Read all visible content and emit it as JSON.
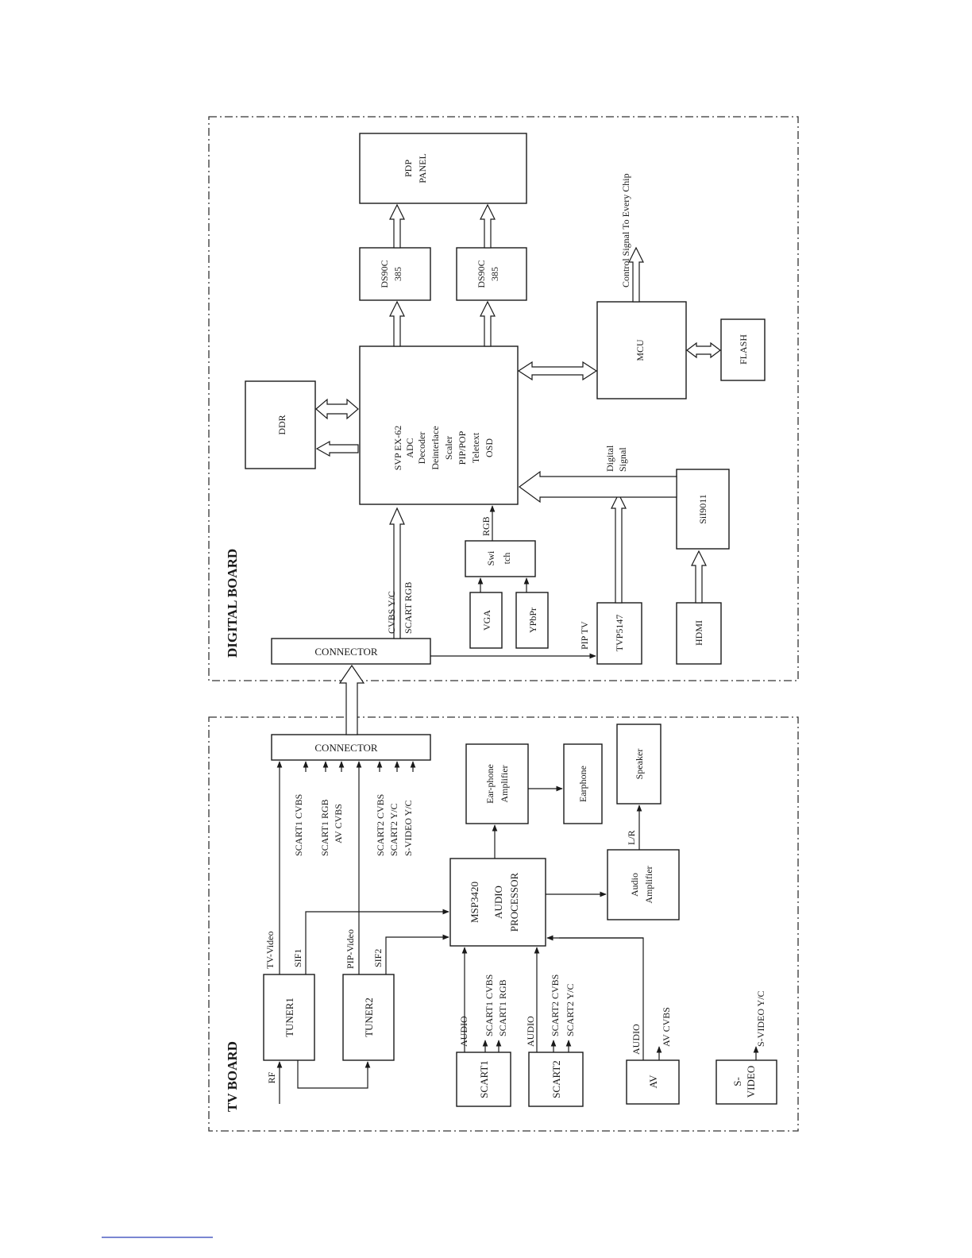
{
  "diagram": {
    "regions": {
      "tv_board": "TV BOARD",
      "digital_board": "DIGITAL BOARD"
    },
    "blocks": {
      "rf": "RF",
      "tuner1": "TUNER1",
      "tuner2": "TUNER2",
      "scart1": "SCART1",
      "scart2": "SCART2",
      "av": "AV",
      "svideo_1": "S-",
      "svideo_2": "VIDEO",
      "msp_1": "MSP3420",
      "msp_2": "AUDIO",
      "msp_3": "PROCESSOR",
      "earamp_1": "Ear-phone",
      "earamp_2": "Amplifier",
      "earphone": "Earphone",
      "audioamp_1": "Audio",
      "audioamp_2": "Amplifier",
      "speaker": "Speaker",
      "connector_tv": "CONNECTOR",
      "connector_digital": "CONNECTOR",
      "vga": "VGA",
      "ypbpr": "YPbPr",
      "switch_1": "Swi",
      "switch_2": "tch",
      "tvp": "TVP5147",
      "hdmi": "HDMI",
      "sii": "SiI9011",
      "svp": [
        "SVP EX-62",
        "ADC",
        "Decoder",
        "Deinterlace",
        "Scaler",
        "PIP/POP",
        "Teletext",
        "OSD"
      ],
      "ddr": "DDR",
      "ds90c_a_1": "DS90C",
      "ds90c_a_2": "385",
      "ds90c_b_1": "DS90C",
      "ds90c_b_2": "385",
      "pdp_1": "PDP",
      "pdp_2": "PANEL",
      "mcu": "MCU",
      "flash": "FLASH"
    },
    "signals": {
      "tv_video": "TV-Video",
      "sif1": "SIF1",
      "pip_video": "PIP-Video",
      "sif2": "SIF2",
      "scart1_audio": "AUDIO",
      "scart1_cvbs": "SCART1 CVBS",
      "scart1_rgb": "SCART1 RGB",
      "scart2_audio": "AUDIO",
      "scart2_cvbs": "SCART2 CVBS",
      "scart2_yc": "SCART2 Y/C",
      "av_audio": "AUDIO",
      "av_cvbs": "AV CVBS",
      "svideo_yc": "S-VIDEO Y/C",
      "conn_scart1_cvbs": "SCART1 CVBS",
      "conn_scart1_rgb": "SCART1 RGB",
      "conn_av_cvbs": "AV CVBS",
      "conn_scart2_cvbs": "SCART2 CVBS",
      "conn_scart2_yc": "SCART2 Y/C",
      "conn_svideo_yc": "S-VIDEO Y/C",
      "lr": "L/R",
      "cvbs_yc": "CVBS Y/C",
      "scart_rgb": "SCART RGB",
      "pip_tv": "PIP TV",
      "rgb": "RGB",
      "digital_signal_1": "Digital",
      "digital_signal_2": "Signal",
      "control_signal": "Control Signal To Every Chip"
    }
  }
}
